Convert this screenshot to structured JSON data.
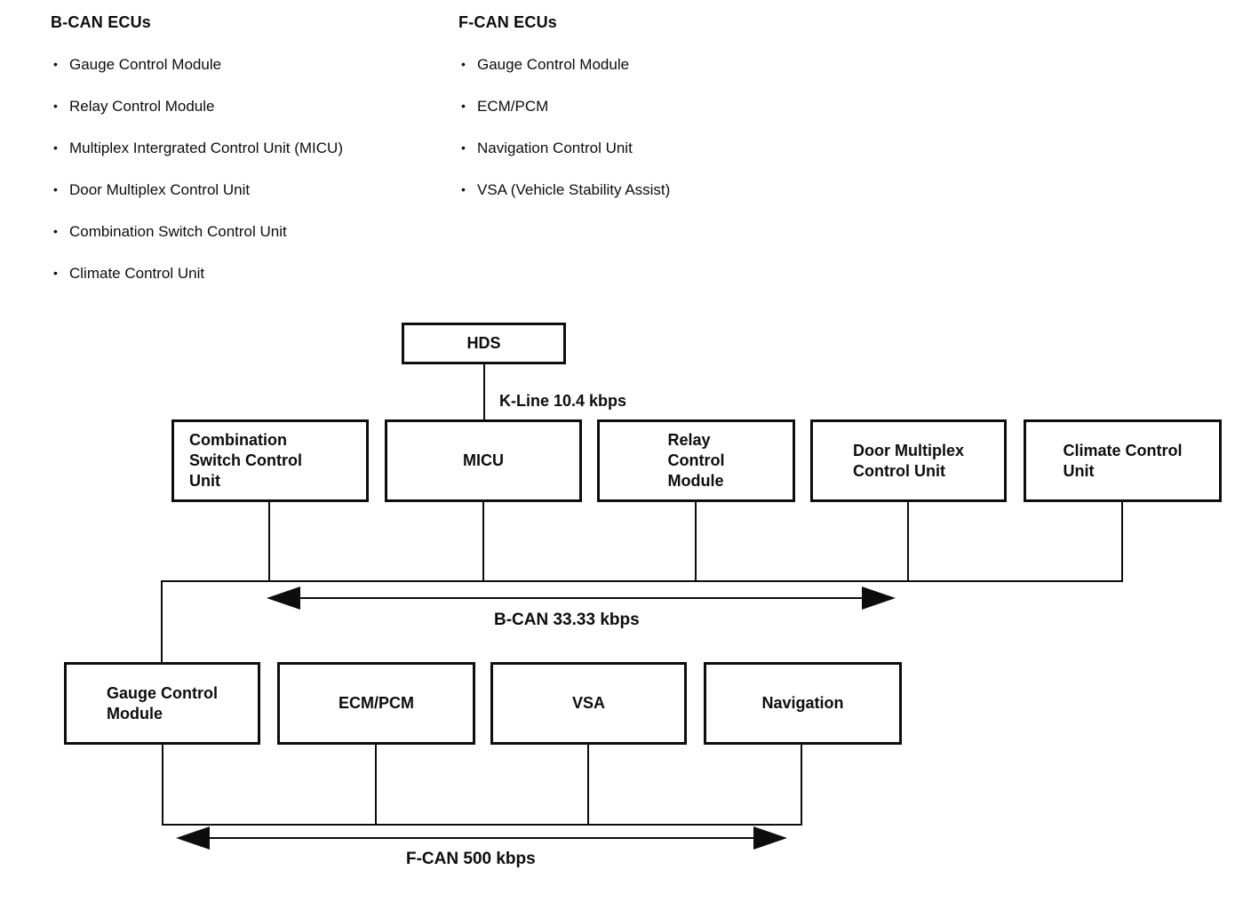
{
  "colors": {
    "ink": "#0d0d0d",
    "background": "#ffffff"
  },
  "legend": {
    "bcan": {
      "title": "B-CAN ECUs",
      "items": [
        "Gauge Control Module",
        "Relay Control Module",
        "Multiplex Intergrated Control Unit (MICU)",
        "Door Multiplex Control Unit",
        "Combination Switch Control Unit",
        "Climate Control Unit"
      ]
    },
    "fcan": {
      "title": "F-CAN ECUs",
      "items": [
        "Gauge Control Module",
        "ECM/PCM",
        "Navigation Control Unit",
        "VSA (Vehicle Stability Assist)"
      ]
    }
  },
  "diagram": {
    "nodes": {
      "hds": "HDS",
      "combination_switch": "Combination\nSwitch Control\nUnit",
      "micu": "MICU",
      "relay": "Relay\nControl\nModule",
      "door_multiplex": "Door Multiplex\nControl Unit",
      "climate": "Climate Control\nUnit",
      "gauge": "Gauge Control\nModule",
      "ecm_pcm": "ECM/PCM",
      "vsa": "VSA",
      "navigation": "Navigation"
    },
    "labels": {
      "k_line": "K-Line 10.4 kbps",
      "b_can_bus": "B-CAN 33.33 kbps",
      "f_can_bus": "F-CAN 500 kbps"
    }
  }
}
